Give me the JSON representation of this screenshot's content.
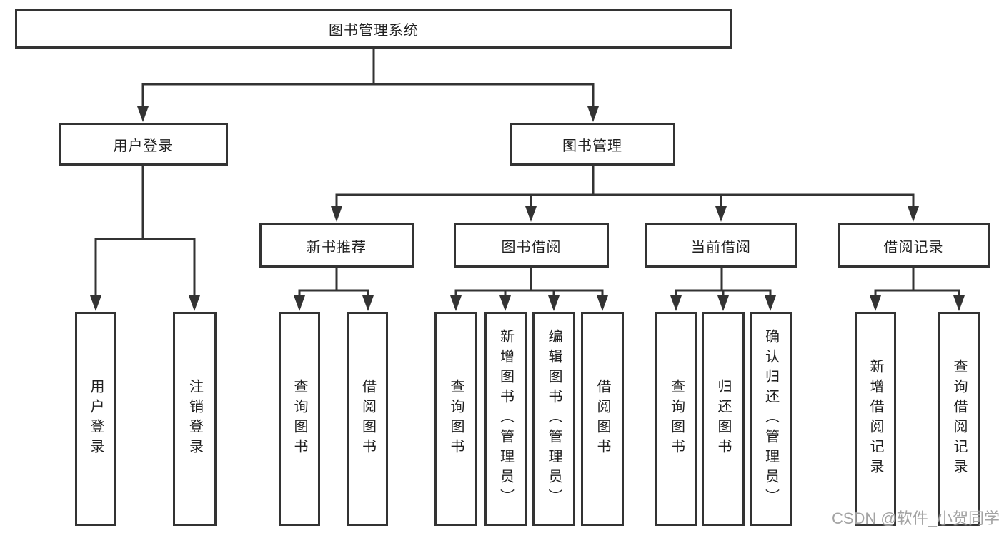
{
  "page": {
    "background_color": "#ffffff",
    "line_color": "#333333",
    "text_color": "#1f1f1f",
    "watermark_color": "#9e9e9e"
  },
  "tree": {
    "root": "图书管理系统",
    "branches": [
      {
        "label": "用户登录",
        "children": [
          "用户登录",
          "注销登录"
        ]
      },
      {
        "label": "图书管理",
        "groups": [
          {
            "label": "新书推荐",
            "children": [
              "查询图书",
              "借阅图书"
            ]
          },
          {
            "label": "图书借阅",
            "children": [
              "查询图书",
              "新增图书（管理员）",
              "编辑图书（管理员）",
              "借阅图书"
            ]
          },
          {
            "label": "当前借阅",
            "children": [
              "查询图书",
              "归还图书",
              "确认归还（管理员）"
            ]
          },
          {
            "label": "借阅记录",
            "children": [
              "新增借阅记录",
              "查询借阅记录"
            ]
          }
        ]
      }
    ]
  },
  "watermark": "CSDN @软件_小贺同学"
}
